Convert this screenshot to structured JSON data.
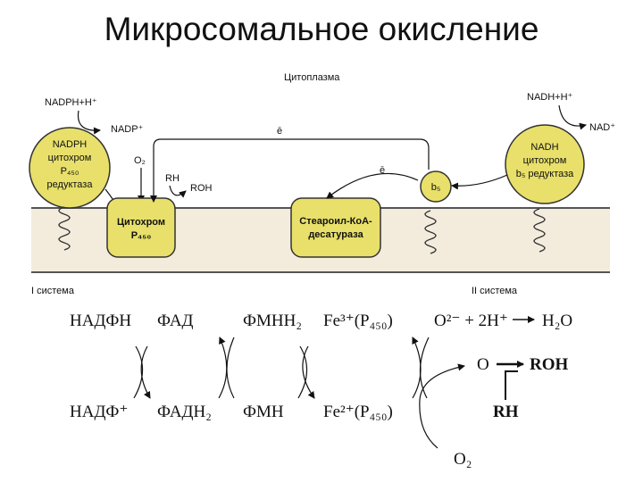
{
  "title": "Микросомальное окисление",
  "diagram": {
    "region_label": "Цитоплазма",
    "electron_label": "ē",
    "left": {
      "cofactor_in": "NADPH+H⁺",
      "cofactor_out": "NADP⁺",
      "oxygen": "O₂",
      "substrate": "RH",
      "product": "ROH",
      "circle_line1": "NADPH",
      "circle_line2": "цитохром",
      "circle_line3": "P₄₅₀",
      "circle_line4": "редуктаза",
      "box_line1": "Цитохром",
      "box_line2": "P₄₅₀",
      "system_label": "I система"
    },
    "middle": {
      "box_line1": "Стеароил-КоА-",
      "box_line2": "десатураза",
      "b5_label": "b₅"
    },
    "right": {
      "cofactor_in": "NADH+H⁺",
      "cofactor_out": "NAD⁺",
      "circle_line1": "NADH",
      "circle_line2": "цитохром",
      "circle_line3": "b₅ редуктаза",
      "system_label": "II система"
    }
  },
  "scheme": {
    "top_row": [
      "НАДФН",
      "ФАД",
      "ФМНН₂",
      "Fe³⁺(P₄₅₀)",
      "O²⁻ + 2H⁺",
      "H₂O"
    ],
    "bottom_row": [
      "НАДФ⁺",
      "ФАДН₂",
      "ФМН",
      "Fe²⁺(P₄₅₀)"
    ],
    "oxygen_atom": "O",
    "product": "ROH",
    "substrate": "RH",
    "oxygen_molecule": "O₂"
  }
}
